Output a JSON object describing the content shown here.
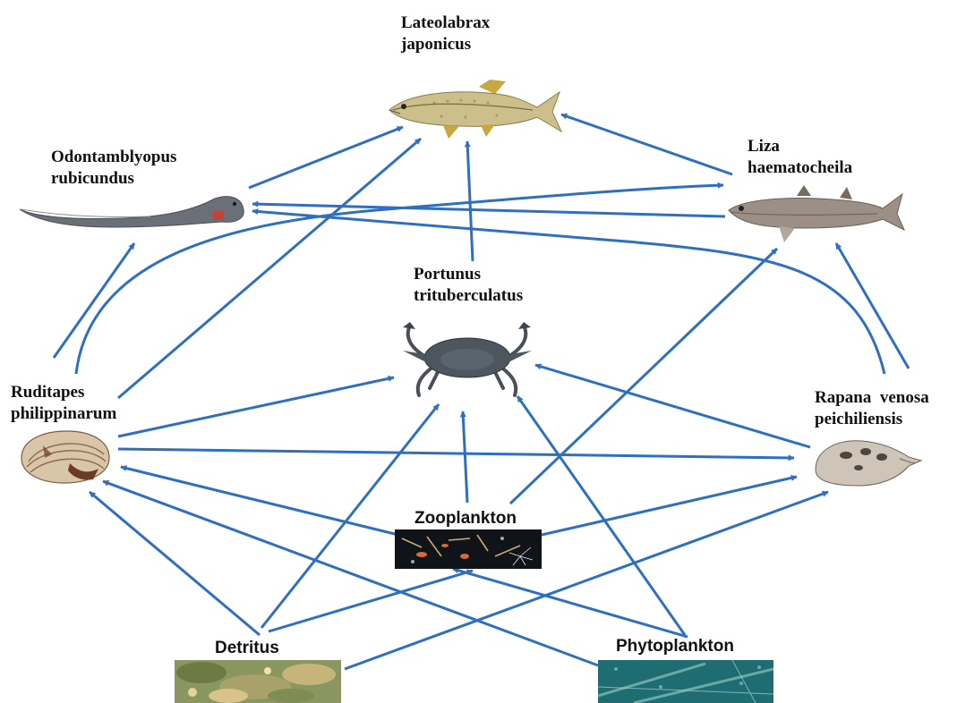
{
  "nodes": {
    "lateolabrax": {
      "label": "Lateolabrax\njaponicus",
      "icon": "sea-bass-fish-icon"
    },
    "odontamblyopus": {
      "label": "Odontamblyopus\nrubicundus",
      "icon": "eel-goby-icon"
    },
    "liza": {
      "label": "Liza\nhaematocheila",
      "icon": "mullet-fish-icon"
    },
    "portunus": {
      "label": "Portunus\ntrituberculatus",
      "icon": "crab-icon"
    },
    "ruditapes": {
      "label": "Ruditapes\nphilippinarum",
      "icon": "clam-shell-icon"
    },
    "rapana": {
      "label": "Rapana  venosa\npeichiliensis",
      "icon": "sea-snail-icon"
    },
    "zooplankton": {
      "label": "Zooplankton",
      "icon": "zooplankton-photo-icon"
    },
    "detritus": {
      "label": "Detritus",
      "icon": "detritus-photo-icon"
    },
    "phytoplankton": {
      "label": "Phytoplankton",
      "icon": "phytoplankton-photo-icon"
    }
  },
  "edges": [
    [
      "odontamblyopus",
      "lateolabrax"
    ],
    [
      "ruditapes",
      "lateolabrax"
    ],
    [
      "portunus",
      "lateolabrax"
    ],
    [
      "liza",
      "lateolabrax"
    ],
    [
      "ruditapes",
      "odontamblyopus"
    ],
    [
      "liza",
      "odontamblyopus"
    ],
    [
      "rapana",
      "odontamblyopus"
    ],
    [
      "ruditapes",
      "liza"
    ],
    [
      "rapana",
      "liza"
    ],
    [
      "zooplankton",
      "liza"
    ],
    [
      "ruditapes",
      "portunus"
    ],
    [
      "rapana",
      "portunus"
    ],
    [
      "zooplankton",
      "portunus"
    ],
    [
      "detritus",
      "portunus"
    ],
    [
      "phytoplankton",
      "portunus"
    ],
    [
      "ruditapes",
      "rapana"
    ],
    [
      "zooplankton",
      "ruditapes"
    ],
    [
      "detritus",
      "ruditapes"
    ],
    [
      "phytoplankton",
      "ruditapes"
    ],
    [
      "zooplankton",
      "rapana"
    ],
    [
      "detritus",
      "rapana"
    ],
    [
      "detritus",
      "zooplankton"
    ],
    [
      "phytoplankton",
      "zooplankton"
    ]
  ],
  "colors": {
    "arrow": "#2e6fc0"
  }
}
